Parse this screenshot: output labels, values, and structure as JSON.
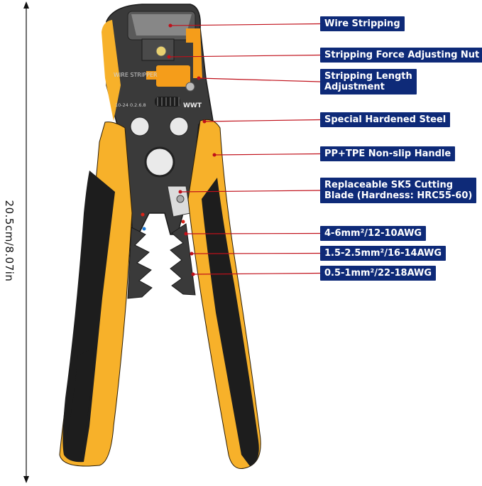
{
  "dimension": {
    "label": "20.5cm/8.07in"
  },
  "tool_markings": {
    "brand": "WWT",
    "label": "WIRE STRIPPER",
    "scale": "10-24  0.2.6.8"
  },
  "callouts": [
    {
      "id": "wire-stripping",
      "lines": [
        "Wire Stripping"
      ]
    },
    {
      "id": "adjusting-nut",
      "lines": [
        "Stripping Force Adjusting Nut"
      ]
    },
    {
      "id": "length-adjustment",
      "lines": [
        "Stripping Length",
        "Adjustment"
      ]
    },
    {
      "id": "hardened-steel",
      "lines": [
        "Special Hardened Steel"
      ]
    },
    {
      "id": "handle",
      "lines": [
        "PP+TPE Non-slip Handle"
      ]
    },
    {
      "id": "blade",
      "lines": [
        "Replaceable SK5 Cutting",
        "Blade (Hardness: HRC55-60)"
      ]
    },
    {
      "id": "awg-10",
      "lines": [
        "4-6mm²/12-10AWG"
      ]
    },
    {
      "id": "awg-14",
      "lines": [
        "1.5-2.5mm²/16-14AWG"
      ]
    },
    {
      "id": "awg-18",
      "lines": [
        "0.5-1mm²/22-18AWG"
      ]
    }
  ],
  "colors": {
    "callout_bg": "#0e2a78",
    "leader_line": "#c0101a",
    "handle_yellow": "#f7b12a",
    "grip_black": "#1d1d1d",
    "steel": "#3a3a3a",
    "accent_orange": "#f59d1a"
  }
}
